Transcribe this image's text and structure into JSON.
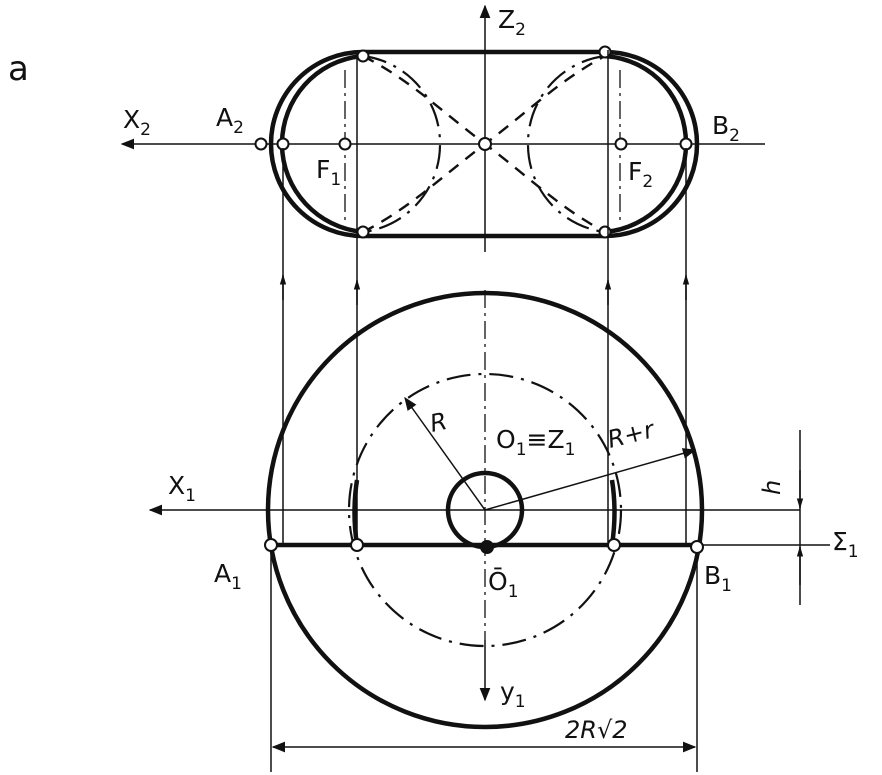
{
  "figure": {
    "panel_label": "a"
  },
  "labels": {
    "x2": "X",
    "x2_sub": "2",
    "z2": "Z",
    "z2_sub": "2",
    "a2": "A",
    "a2_sub": "2",
    "b2": "B",
    "b2_sub": "2",
    "f1": "F",
    "f1_sub": "1",
    "f2": "F",
    "f2_sub": "2",
    "x1": "X",
    "x1_sub": "1",
    "y1": "y",
    "y1_sub": "1",
    "a1": "A",
    "a1_sub": "1",
    "b1": "B",
    "b1_sub": "1",
    "o1z1": "O",
    "o1z1_sub": "1",
    "o1z1_rest": "≡Z",
    "o1z1_rest_sub": "1",
    "o1bar": "Ō",
    "o1bar_sub": "1",
    "sigma1": "Σ",
    "sigma1_sub": "1"
  },
  "dimensions": {
    "radius_small": "R",
    "radius_large": "R+r",
    "height": "h",
    "width": "2R√2"
  }
}
